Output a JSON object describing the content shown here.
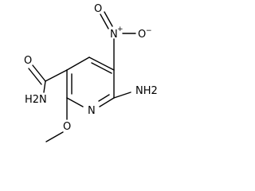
{
  "structure": {
    "atoms": {
      "nitro_n": "N",
      "nitro_n_charge": "+",
      "nitro_o_top": "O",
      "nitro_o_right": "O",
      "nitro_o_right_charge": "−",
      "amide_o": "O",
      "amide_nh2": "H2N",
      "ring_n": "N",
      "amino_nh2": "NH2",
      "methoxy_o": "O"
    }
  }
}
